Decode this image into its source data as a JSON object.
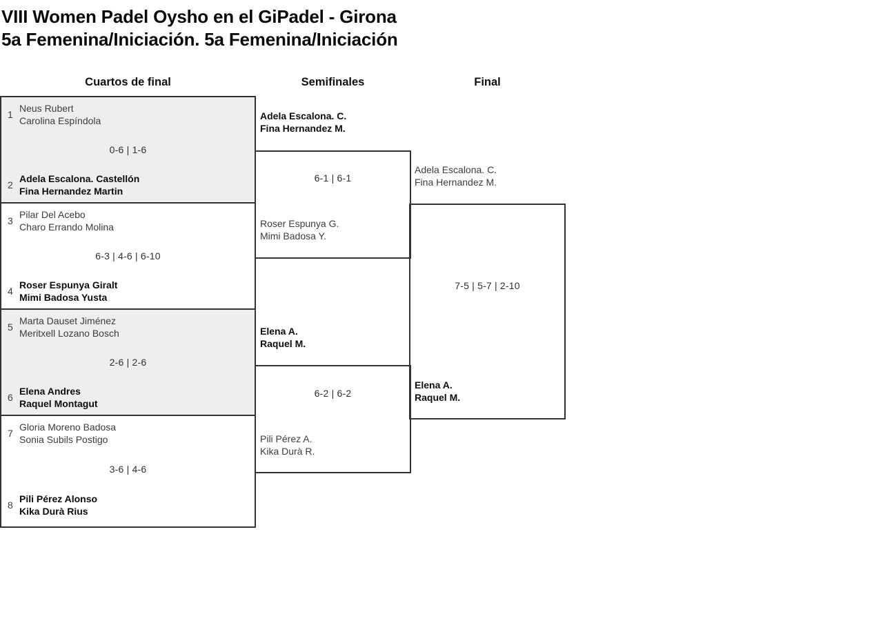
{
  "title": {
    "line1": "VIII Women Padel Oysho en el GiPadel - Girona",
    "line2": "5a Femenina/Iniciación. 5a Femenina/Iniciación"
  },
  "columns": {
    "quarterfinals": "Cuartos de final",
    "semifinals": "Semifinales",
    "final": "Final"
  },
  "colors": {
    "border": "#333333",
    "shaded_row_bg": "#eeeeee",
    "regular_text": "#3c3c3c",
    "winner_text": "#0d0d0d"
  },
  "quarterfinals": [
    {
      "seed_top": "1",
      "team_top": [
        "Neus Rubert",
        "Carolina Espíndola"
      ],
      "score": "0-6 | 1-6",
      "seed_bottom": "2",
      "team_bottom": [
        "Adela Escalona. Castellón",
        "Fina Hernandez Martin"
      ],
      "winner": "bottom"
    },
    {
      "seed_top": "3",
      "team_top": [
        "Pilar Del Acebo",
        "Charo Errando Molina"
      ],
      "score": "6-3 | 4-6 | 6-10",
      "seed_bottom": "4",
      "team_bottom": [
        "Roser Espunya Giralt",
        "Mimi Badosa Yusta"
      ],
      "winner": "bottom"
    },
    {
      "seed_top": "5",
      "team_top": [
        "Marta Dauset Jiménez",
        "Meritxell Lozano Bosch"
      ],
      "score": "2-6 | 2-6",
      "seed_bottom": "6",
      "team_bottom": [
        "Elena Andres",
        "Raquel Montagut"
      ],
      "winner": "bottom"
    },
    {
      "seed_top": "7",
      "team_top": [
        "Gloria Moreno Badosa",
        "Sonia Subils Postigo"
      ],
      "score": "3-6 | 4-6",
      "seed_bottom": "8",
      "team_bottom": [
        "Pili Pérez Alonso",
        "Kika Durà Rius"
      ],
      "winner": "bottom"
    }
  ],
  "semifinals": [
    {
      "team_top": [
        "Adela Escalona. C.",
        "Fina Hernandez M."
      ],
      "score": "6-1 | 6-1",
      "team_bottom": [
        "Roser Espunya G.",
        "Mimi Badosa Y."
      ],
      "winner": "top"
    },
    {
      "team_top": [
        "Elena A.",
        "Raquel M."
      ],
      "score": "6-2 | 6-2",
      "team_bottom": [
        "Pili Pérez A.",
        "Kika Durà R."
      ],
      "winner": "top"
    }
  ],
  "final": {
    "team_top": [
      "Adela Escalona. C.",
      "Fina Hernandez M."
    ],
    "score": "7-5 | 5-7 | 2-10",
    "team_bottom": [
      "Elena A.",
      "Raquel M."
    ],
    "winner": "bottom"
  }
}
